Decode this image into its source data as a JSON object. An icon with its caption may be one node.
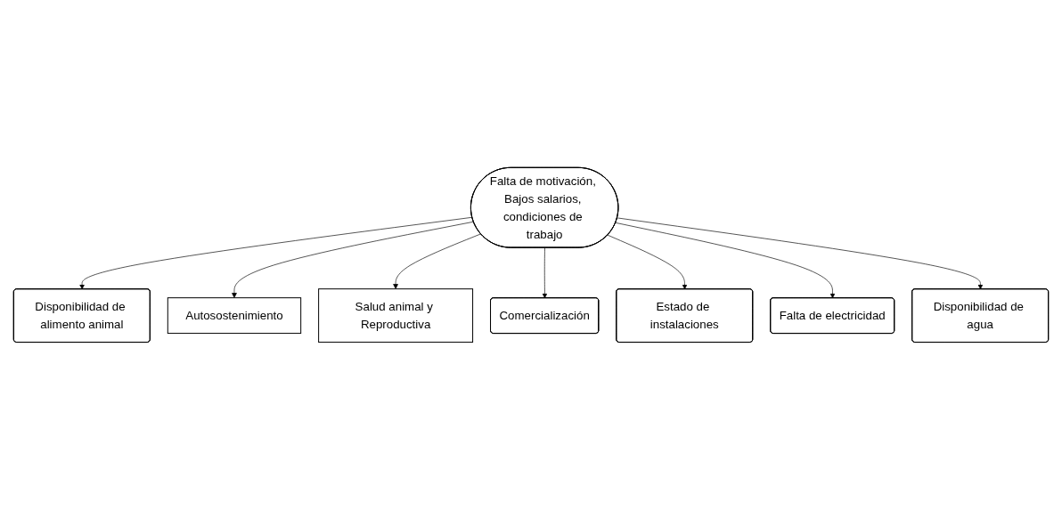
{
  "diagram": {
    "nodes": [
      {
        "text": [
          "Disponibilidad de alimento animal"
        ]
      },
      {
        "text": [
          "Autosostenimiento"
        ]
      },
      {
        "text": [
          "Salud animal y Reproductiva"
        ]
      },
      {
        "text": [
          "Falta de motivación, Bajos salarios, condiciones de trabajo"
        ]
      },
      {
        "text": [
          "Comercialización"
        ]
      },
      {
        "text": [
          "Estado de instalaciones"
        ]
      },
      {
        "text": [
          "Falta de electricidad"
        ]
      },
      {
        "text": [
          "Disponibilidad de agua"
        ]
      }
    ],
    "edges": [
      {
        "from": 3,
        "to": 0,
        "arrow": "to"
      },
      {
        "from": 3,
        "to": 1,
        "arrow": "to"
      },
      {
        "from": 3,
        "to": 2,
        "arrow": "to"
      },
      {
        "from": 3,
        "to": 4,
        "arrow": "to"
      },
      {
        "from": 3,
        "to": 5,
        "arrow": "to"
      },
      {
        "from": 3,
        "to": 6,
        "arrow": "to"
      },
      {
        "from": 3,
        "to": 7,
        "arrow": "to"
      }
    ]
  }
}
